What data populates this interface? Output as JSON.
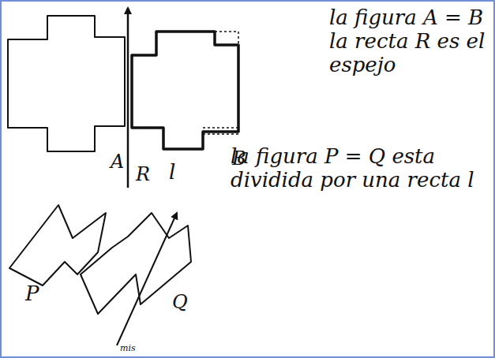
{
  "diagram": {
    "labels": [
      "la figura A = B la recta R es el espejo",
      "A",
      "B",
      "R",
      "l",
      "la figura P = Q esta dividida por una recta l",
      "P",
      "Q",
      "mis"
    ]
  }
}
